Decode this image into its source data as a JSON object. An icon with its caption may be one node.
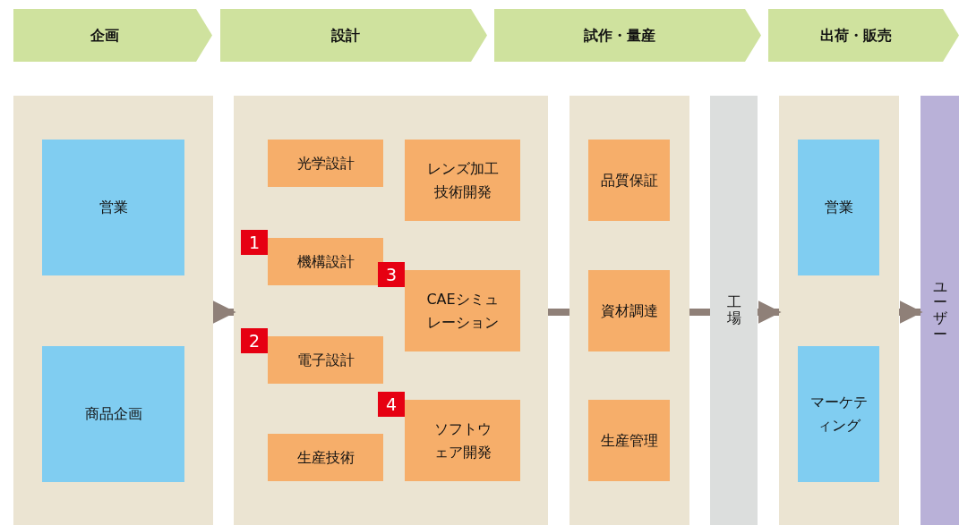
{
  "diagram": {
    "nodes": [
      {
        "text": [
          "企画"
        ]
      },
      {
        "text": [
          "設計"
        ]
      },
      {
        "text": [
          "試作・量産"
        ]
      },
      {
        "text": [
          "出荷・販売"
        ]
      },
      {
        "text": [],
        "shape": "box"
      },
      {
        "text": [
          "営業"
        ],
        "in": 4
      },
      {
        "text": [
          "商品企画"
        ],
        "in": 4
      },
      {
        "text": [],
        "shape": "box"
      },
      {
        "text": [
          "光学設計"
        ],
        "in": 7
      },
      {
        "text": [
          "レンズ加工技術開発"
        ],
        "in": 7
      },
      {
        "text": [
          "機構設計"
        ],
        "in": 7,
        "beside": [
          "1"
        ]
      },
      {
        "text": [
          "CAEシミュレーション"
        ],
        "in": 7,
        "beside": [
          "3"
        ]
      },
      {
        "text": [
          "電子設計"
        ],
        "in": 7,
        "beside": [
          "2"
        ]
      },
      {
        "text": [
          "ソフトウェア開発"
        ],
        "in": 7,
        "beside": [
          "4"
        ]
      },
      {
        "text": [
          "生産技術"
        ],
        "in": 7
      },
      {
        "text": [],
        "shape": "box"
      },
      {
        "text": [
          "品質保証"
        ],
        "in": 15
      },
      {
        "text": [
          "資材調達"
        ],
        "in": 15
      },
      {
        "text": [
          "生産管理"
        ],
        "in": 15
      },
      {
        "text": [
          "工場"
        ]
      },
      {
        "text": [],
        "shape": "box"
      },
      {
        "text": [
          "営業"
        ],
        "in": 20
      },
      {
        "text": [
          "マーケティング"
        ],
        "in": 20
      },
      {
        "text": [
          "ユーザー"
        ]
      }
    ],
    "edges": [
      {
        "from": 4,
        "to": 7,
        "arrow": "to"
      },
      {
        "from": 7,
        "to": 15,
        "arrow": "none"
      },
      {
        "from": 15,
        "to": 19,
        "arrow": "none"
      },
      {
        "from": 19,
        "to": 20,
        "arrow": "to"
      },
      {
        "from": 20,
        "to": 23,
        "arrow": "to"
      }
    ]
  }
}
